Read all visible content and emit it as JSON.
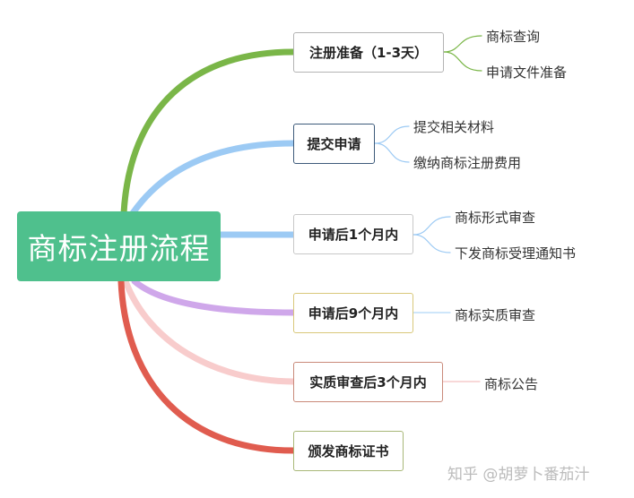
{
  "root": {
    "label": "商标注册流程",
    "color": "#4fc08d"
  },
  "branches": [
    {
      "label": "注册准备（1-3天）",
      "color": "#7ab648",
      "border": "#b3b3b3",
      "children": [
        "商标查询",
        "申请文件准备"
      ]
    },
    {
      "label": "提交申请",
      "color": "#9ccaf4",
      "border": "#3d5a7a",
      "children": [
        "提交相关材料",
        "缴纳商标注册费用"
      ]
    },
    {
      "label": "申请后1个月内",
      "color": "#9ccaf4",
      "border": "#c8c8c8",
      "children": [
        "商标形式审查",
        "下发商标受理通知书"
      ]
    },
    {
      "label": "申请后9个月内",
      "color": "#cfa7ea",
      "border": "#d9c87a",
      "children": [
        "商标实质审查"
      ]
    },
    {
      "label": "实质审查后3个月内",
      "color": "#f8cccc",
      "border": "#c98a7a",
      "children": [
        "商标公告"
      ]
    },
    {
      "label": "颁发商标证书",
      "color": "#e05c4f",
      "border": "#a8b878",
      "children": []
    }
  ],
  "watermark": "知乎 @胡萝卜番茄汁"
}
